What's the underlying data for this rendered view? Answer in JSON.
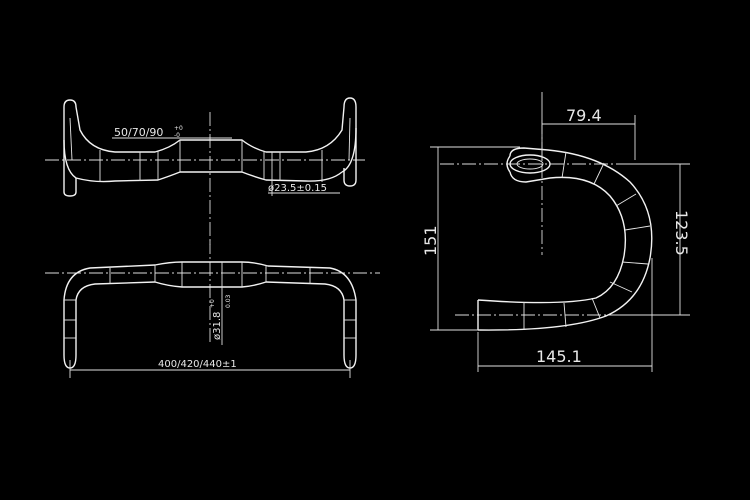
{
  "drawing": {
    "dimensions": {
      "drop_reach_width": "50/70/90",
      "drop_reach_tol_upper": "+0",
      "drop_reach_tol_lower": "-0",
      "tube_diameter": "ø23.5±0.15",
      "clamp_diameter": "ø31.8",
      "clamp_tol_upper": "+0",
      "clamp_tol_lower": "0.03",
      "bar_width": "400/420/440±1",
      "reach": "79.4",
      "drop": "123.5",
      "height": "151",
      "depth": "145.1"
    }
  }
}
